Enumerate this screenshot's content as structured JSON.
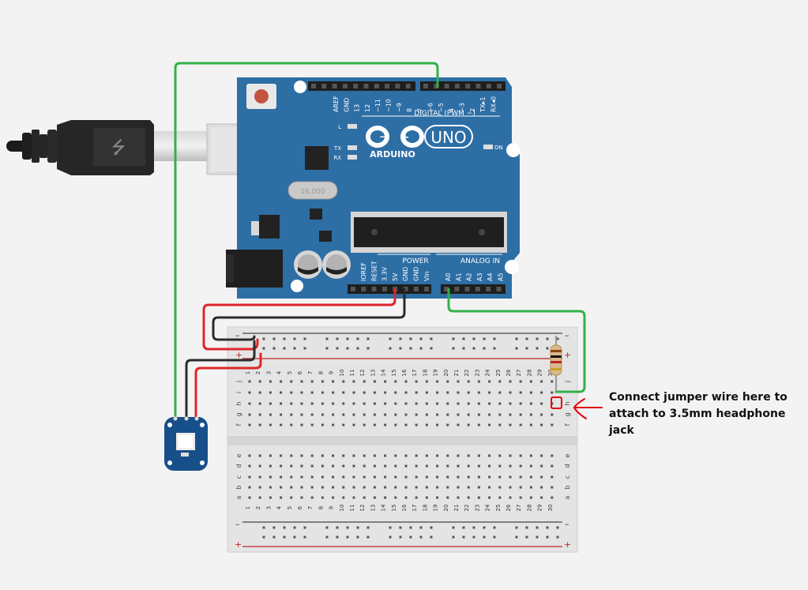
{
  "board": {
    "brand": "ARDUINO",
    "model": "UNO",
    "digital_header": "DIGITAL (PWM ~)",
    "digital_pins": [
      "AREF",
      "GND",
      "13",
      "12",
      "~11",
      "~10",
      "~9",
      "8",
      "7",
      "~6",
      "~5",
      "4",
      "~3",
      "2",
      "TX▸1",
      "RX◂0"
    ],
    "power_header": "POWER",
    "power_pins": [
      "IOREF",
      "RESET",
      "3.3V",
      "5V",
      "GND",
      "GND",
      "Vin"
    ],
    "analog_header": "ANALOG IN",
    "analog_pins": [
      "A0",
      "A1",
      "A2",
      "A3",
      "A4",
      "A5"
    ],
    "led_labels": {
      "l": "L",
      "tx": "TX",
      "rx": "RX",
      "on": "ON"
    },
    "crystal_label": "16.000"
  },
  "breadboard": {
    "columns": [
      "1",
      "2",
      "3",
      "4",
      "5",
      "6",
      "7",
      "8",
      "9",
      "10",
      "11",
      "12",
      "13",
      "14",
      "15",
      "16",
      "17",
      "18",
      "19",
      "20",
      "21",
      "22",
      "23",
      "24",
      "25",
      "26",
      "27",
      "28",
      "29",
      "30"
    ],
    "rows_upper": [
      "j",
      "i",
      "h",
      "g",
      "f"
    ],
    "rows_lower": [
      "e",
      "d",
      "c",
      "b",
      "a"
    ],
    "rail_minus": "–",
    "rail_plus": "+"
  },
  "annotation": {
    "text": "Connect jumper wire here to attach to 3.5mm headphone jack"
  },
  "colors": {
    "board": "#2d6ea5",
    "wire_green": "#33b14a",
    "wire_red": "#e0262a",
    "wire_black": "#2b2b2b",
    "marker_red": "#e3000f"
  }
}
